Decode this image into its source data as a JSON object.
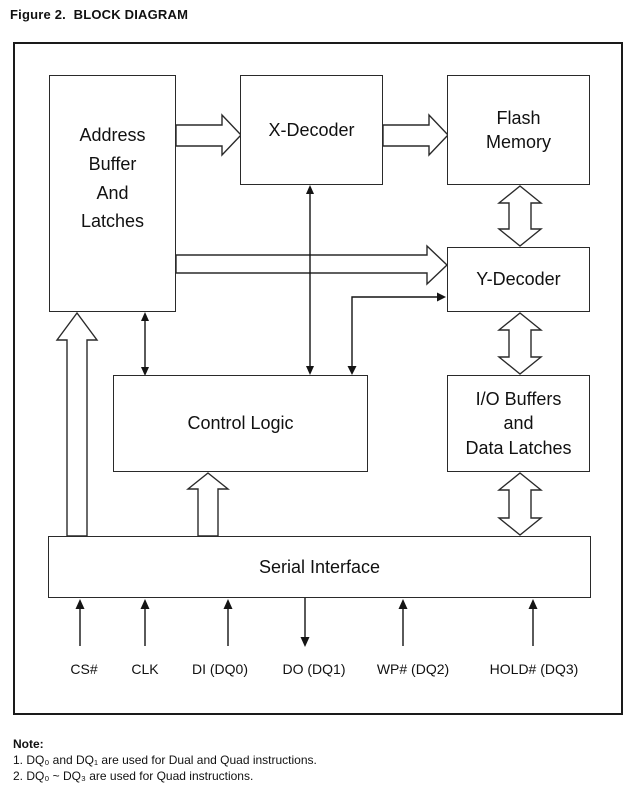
{
  "figure_title": "Figure 2.  BLOCK DIAGRAM",
  "blocks": {
    "address_buffer": "Address\nBuffer\nAnd\nLatches",
    "x_decoder": "X-Decoder",
    "flash_memory": "Flash\nMemory",
    "y_decoder": "Y-Decoder",
    "control_logic": "Control Logic",
    "io_buffers": "I/O Buffers\nand\nData Latches",
    "serial_interface": "Serial Interface"
  },
  "signals": [
    {
      "label": "CS#",
      "direction": "input"
    },
    {
      "label": "CLK",
      "direction": "input"
    },
    {
      "label": "DI (DQ0)",
      "direction": "input"
    },
    {
      "label": "DO (DQ1)",
      "direction": "output"
    },
    {
      "label": "WP# (DQ2)",
      "direction": "input"
    },
    {
      "label": "HOLD# (DQ3)",
      "direction": "input"
    }
  ],
  "connections": [
    {
      "from": "Address Buffer And Latches",
      "to": "X-Decoder",
      "style": "hollow-bus",
      "direction": "right"
    },
    {
      "from": "X-Decoder",
      "to": "Flash Memory",
      "style": "hollow-bus",
      "direction": "right"
    },
    {
      "from": "Address Buffer And Latches",
      "to": "Y-Decoder",
      "style": "hollow-bus",
      "direction": "right"
    },
    {
      "from": "Flash Memory",
      "to": "Y-Decoder",
      "style": "hollow-bus",
      "direction": "bidirectional"
    },
    {
      "from": "Y-Decoder",
      "to": "I/O Buffers and Data Latches",
      "style": "hollow-bus",
      "direction": "bidirectional"
    },
    {
      "from": "I/O Buffers and Data Latches",
      "to": "Serial Interface",
      "style": "hollow-bus",
      "direction": "bidirectional"
    },
    {
      "from": "Serial Interface",
      "to": "Address Buffer And Latches",
      "style": "hollow-bus",
      "direction": "up"
    },
    {
      "from": "Serial Interface",
      "to": "Control Logic",
      "style": "hollow-bus",
      "direction": "up"
    },
    {
      "from": "Address Buffer And Latches",
      "to": "Control Logic",
      "style": "thin",
      "direction": "bidirectional"
    },
    {
      "from": "X-Decoder",
      "to": "Control Logic",
      "style": "thin",
      "direction": "bidirectional"
    },
    {
      "from": "Control Logic",
      "to": "Y-Decoder",
      "style": "thin",
      "direction": "bidirectional"
    }
  ],
  "note": {
    "title": "Note:",
    "lines": [
      "1. DQ₀ and DQ₁ are used for Dual and Quad instructions.",
      "2. DQ₀ ~ DQ₃ are used for Quad instructions."
    ]
  },
  "colors": {
    "ink": "#111111",
    "background": "#ffffff"
  }
}
